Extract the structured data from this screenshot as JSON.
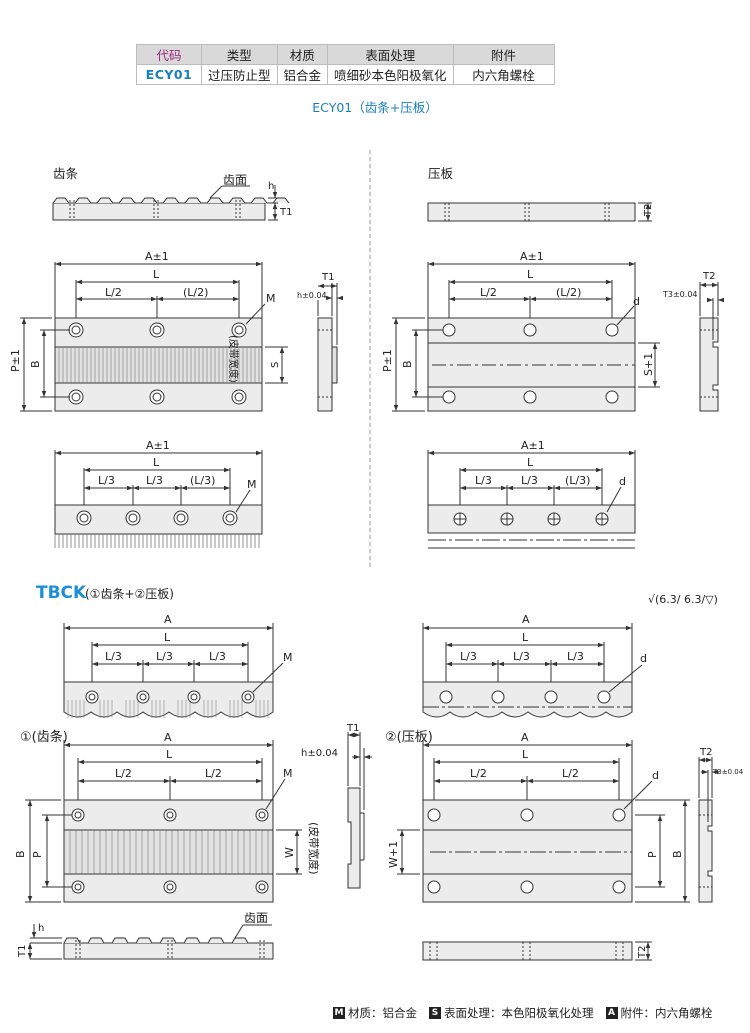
{
  "spec_table": {
    "headers": [
      "代码",
      "类型",
      "材质",
      "表面处理",
      "附件"
    ],
    "row": [
      "ECY01",
      "过压防止型",
      "铝合金",
      "喷细砂本色阳极氧化",
      "内六角螺栓"
    ]
  },
  "subtitle": "ECY01（齿条+压板）",
  "ecy01": {
    "rack_label": "齿条",
    "plate_label": "压板",
    "tooth_face": "齿面",
    "dims": {
      "A": "A±1",
      "L": "L",
      "L2": "L/2",
      "L2p": "(L/2)",
      "L3": "L/3",
      "L3p": "(L/3)",
      "M": "M",
      "d": "d",
      "h": "h",
      "T1": "T1",
      "T2": "T2",
      "P": "P±1",
      "B": "B",
      "S": "S",
      "S1": "S+1",
      "belt": "(皮带宽度)",
      "h004": "h±0.04",
      "T3004": "T3±0.04"
    }
  },
  "tbck": {
    "title": "TBCK",
    "subtitle": "(①齿条+②压板)",
    "roughness": "√(6.3/ 6.3/▽)",
    "rack_label": "①(齿条)",
    "plate_label": "②(压板)",
    "tooth_face": "齿面",
    "dims": {
      "A": "A",
      "L": "L",
      "L2": "L/2",
      "L3": "L/3",
      "M": "M",
      "d": "d",
      "h": "h",
      "T1": "T1",
      "T2": "T2",
      "P": "P",
      "B": "B",
      "W": "W",
      "W1": "W+1",
      "belt": "(皮带宽度)",
      "h004": "h±0.04",
      "T3004": "T3±0.04"
    }
  },
  "legend": [
    {
      "badge": "M",
      "text": "材质：铝合金"
    },
    {
      "badge": "S",
      "text": "表面处理：本色阳极氧化处理"
    },
    {
      "badge": "A",
      "text": "附件：内六角螺栓"
    }
  ]
}
